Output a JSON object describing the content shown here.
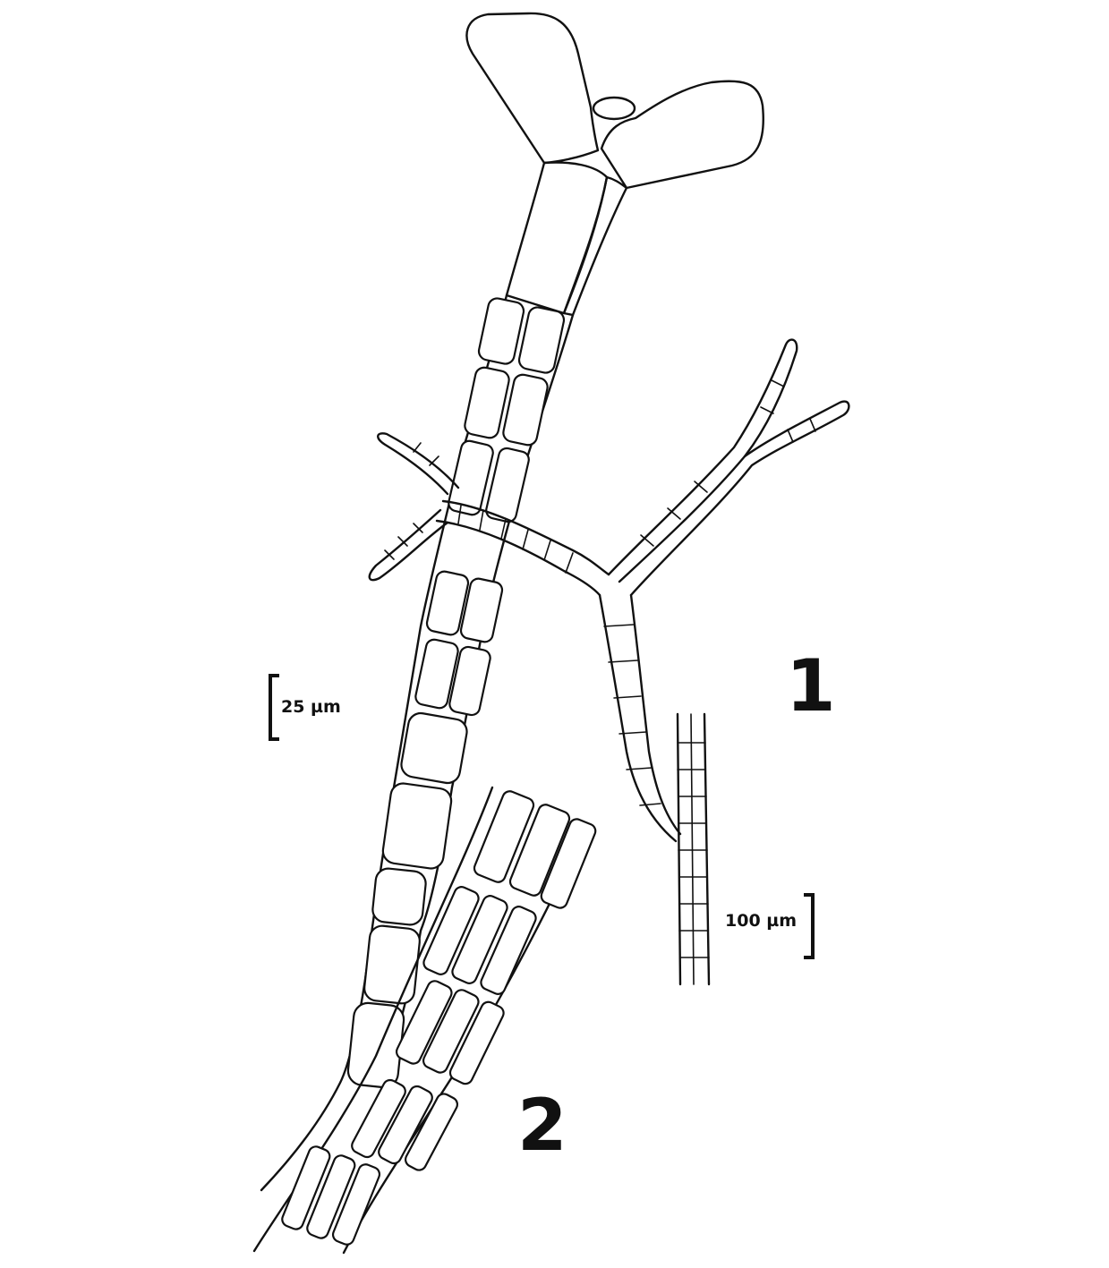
{
  "plate": {
    "figures": [
      {
        "id": "fig1",
        "number": "1"
      },
      {
        "id": "fig2",
        "number": "2"
      }
    ],
    "scale_bars": [
      {
        "label": "25 µm"
      },
      {
        "label": "100 µm"
      }
    ],
    "colors": {
      "ink": "#111111",
      "paper": "#ffffff"
    }
  }
}
